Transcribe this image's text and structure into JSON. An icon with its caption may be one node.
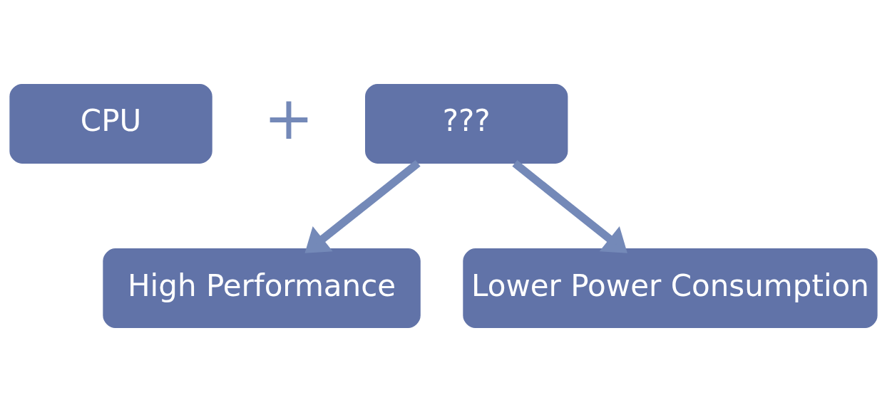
{
  "diagram": {
    "nodes": [
      {
        "text": [
          "CPU"
        ]
      },
      {
        "text": [
          "???"
        ]
      },
      {
        "text": [
          "High Performance"
        ]
      },
      {
        "text": [
          "Lower Power Consumption"
        ]
      }
    ],
    "edges": [
      {
        "from": 1,
        "to": 2,
        "arrow": "to"
      },
      {
        "from": 1,
        "to": 3,
        "arrow": "to"
      }
    ],
    "labels": [
      "+"
    ]
  }
}
